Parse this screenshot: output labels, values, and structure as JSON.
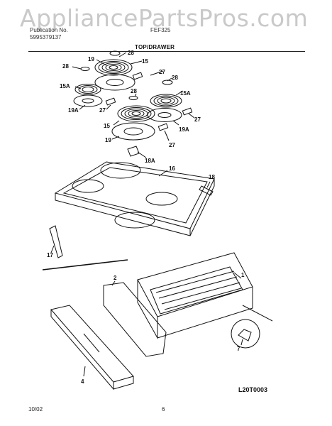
{
  "header": {
    "line1_left": "Publication No.",
    "line2_left": "5995379137",
    "line1_mid": "FEF325",
    "section_title": "TOP/DRAWER"
  },
  "watermark": "AppliancePartsPros.com",
  "labels": {
    "p28a": "28",
    "p15a": "15",
    "p19a": "19",
    "p28b": "28",
    "p15A_a": "15A",
    "p27a": "27",
    "p28c": "28",
    "p19A_a": "19A",
    "p27b": "27",
    "p28d": "28",
    "p15A_b": "15A",
    "p27c": "27",
    "p15b": "15",
    "p19A_b": "19A",
    "p19b": "19",
    "p27d": "27",
    "p18A": "18A",
    "p16": "16",
    "p18": "18",
    "p17": "17",
    "p1": "1",
    "p2": "2",
    "p7": "7",
    "p4": "4"
  },
  "footer": {
    "date": "10/02",
    "page": "6",
    "drawing_code": "L20T0003"
  }
}
